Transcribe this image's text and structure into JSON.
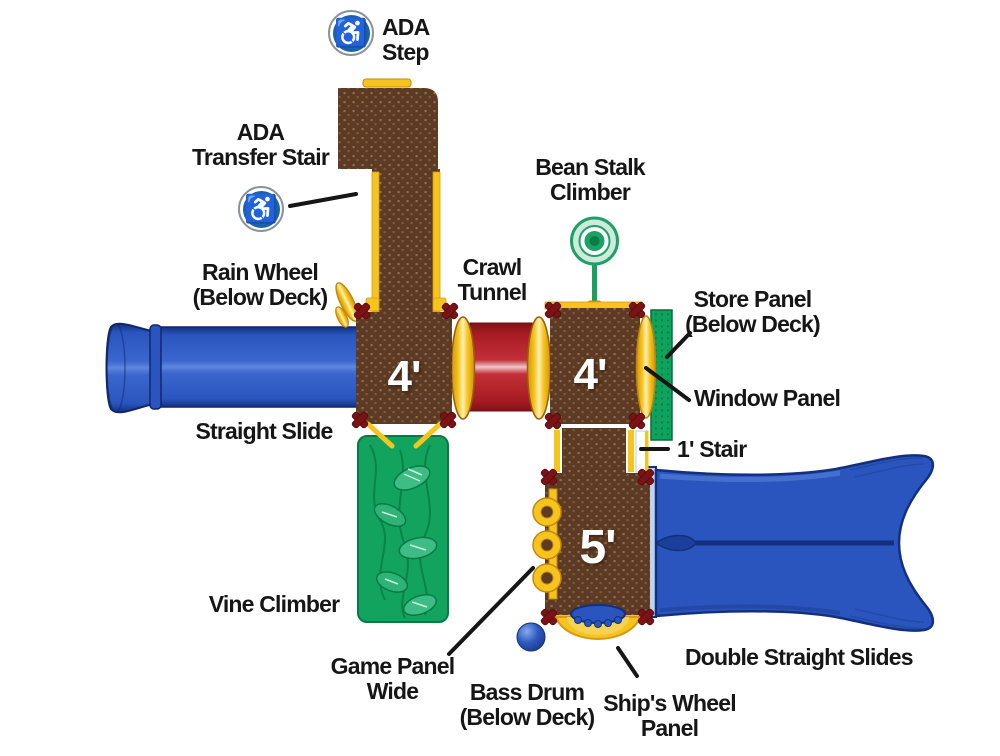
{
  "diagram": {
    "type": "playground-plan-top-view",
    "deck_labels": {
      "left_deck": "4'",
      "right_deck": "4'",
      "lower_deck": "5'"
    },
    "labels": {
      "ada_step": [
        "ADA",
        "Step"
      ],
      "ada_transfer_stair": [
        "ADA",
        "Transfer Stair"
      ],
      "rain_wheel": [
        "Rain Wheel",
        "(Below Deck)"
      ],
      "crawl_tunnel": [
        "Crawl",
        "Tunnel"
      ],
      "bean_stalk_climber": [
        "Bean Stalk",
        "Climber"
      ],
      "store_panel": [
        "Store Panel",
        "(Below Deck)"
      ],
      "window_panel": "Window Panel",
      "one_foot_stair": "1' Stair",
      "straight_slide": "Straight Slide",
      "vine_climber": "Vine Climber",
      "game_panel_wide": [
        "Game Panel",
        "Wide"
      ],
      "bass_drum": [
        "Bass Drum",
        "(Below Deck)"
      ],
      "ships_wheel_panel": [
        "Ship's Wheel",
        "Panel"
      ],
      "double_straight_slides": "Double Straight Slides"
    },
    "icons": {
      "wheelchair_glyph": "♿"
    },
    "colors": {
      "deck_brown": "#5c3a23",
      "deck_dot": "#8e6e4d",
      "yellow": "#f6c51d",
      "yellow_shade": "#d99a12",
      "tunnel_red": "#c0262c",
      "slide_blue": "#2a55be",
      "slide_blue_dark": "#13307e",
      "climber_green": "#12a45e",
      "store_green": "#0ea35d",
      "connector_maroon": "#7b1216",
      "ada_blue": "#1b62ae",
      "label_black": "#161616",
      "background": "#ffffff"
    }
  }
}
